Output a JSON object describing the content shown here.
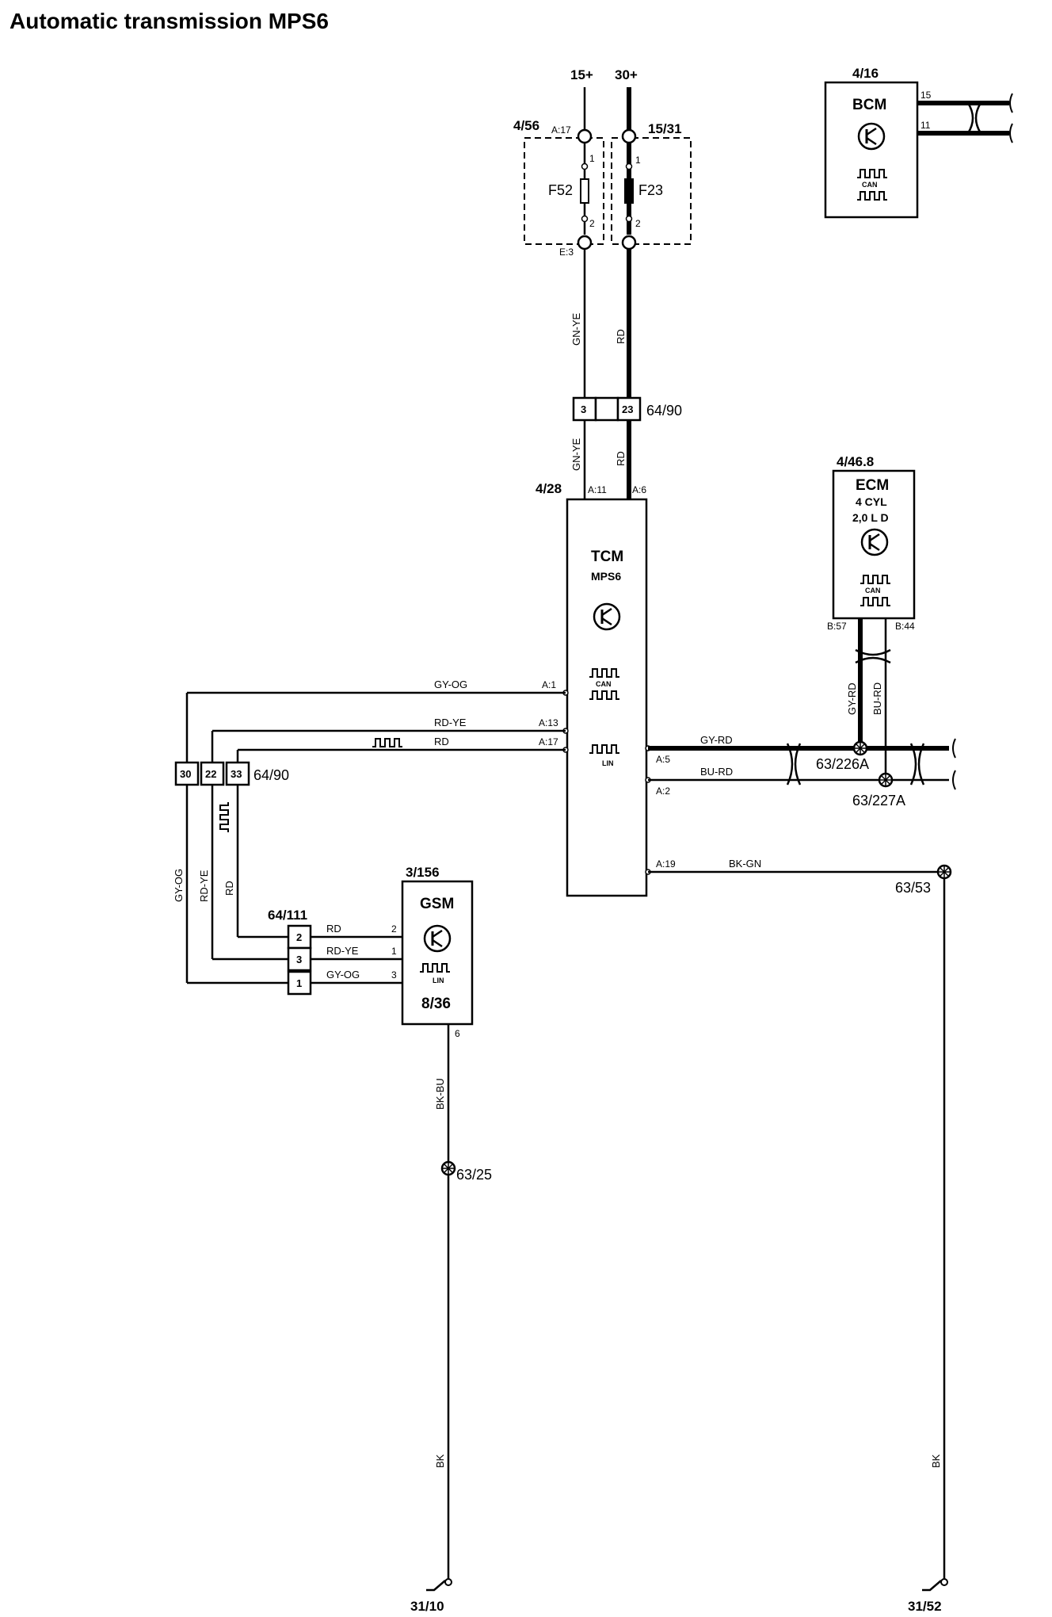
{
  "title": "Automatic transmission MPS6",
  "supply": {
    "s15": "15+",
    "s30": "30+"
  },
  "fusebox": {
    "ref_left": "4/56",
    "ref_right": "15/31",
    "pin_a17": "A:17",
    "pin_e3": "E:3",
    "pin1": "1",
    "pin2": "2",
    "fuse_left": "F52",
    "fuse_right": "F23"
  },
  "bcm": {
    "ref": "4/16",
    "name": "BCM",
    "pin15": "15",
    "pin11": "11",
    "can": "CAN"
  },
  "connector_top": {
    "pin3": "3",
    "pin23": "23",
    "ref": "64/90"
  },
  "tcm": {
    "ref": "4/28",
    "name": "TCM",
    "sub": "MPS6",
    "can": "CAN",
    "lin": "LIN",
    "pin_a11": "A:11",
    "pin_a6": "A:6",
    "pin_a1": "A:1",
    "pin_a13": "A:13",
    "pin_a17": "A:17",
    "pin_a5": "A:5",
    "pin_a2": "A:2",
    "pin_a19": "A:19"
  },
  "ecm": {
    "ref": "4/46.8",
    "name": "ECM",
    "line1": "4 CYL",
    "line2": "2,0 L D",
    "can": "CAN",
    "pin_b57": "B:57",
    "pin_b44": "B:44"
  },
  "connector_left": {
    "pin30": "30",
    "pin22": "22",
    "pin33": "33",
    "ref": "64/90"
  },
  "connector_gsm": {
    "ref": "64/111",
    "pin2": "2",
    "pin3": "3",
    "pin1": "1"
  },
  "gsm": {
    "ref": "3/156",
    "name": "GSM",
    "sub": "8/36",
    "lin": "LIN",
    "pin2": "2",
    "pin1": "1",
    "pin3": "3",
    "pin6": "6"
  },
  "wires": {
    "gn_ye": "GN-YE",
    "rd": "RD",
    "gy_og": "GY-OG",
    "rd_ye": "RD-YE",
    "gy_rd": "GY-RD",
    "bu_rd": "BU-RD",
    "bk_gn": "BK-GN",
    "bk_bu": "BK-BU",
    "bk": "BK"
  },
  "splices": {
    "s226": "63/226A",
    "s227": "63/227A",
    "s53": "63/53",
    "s25": "63/25"
  },
  "grounds": {
    "g1": "31/10",
    "g2": "31/52"
  }
}
